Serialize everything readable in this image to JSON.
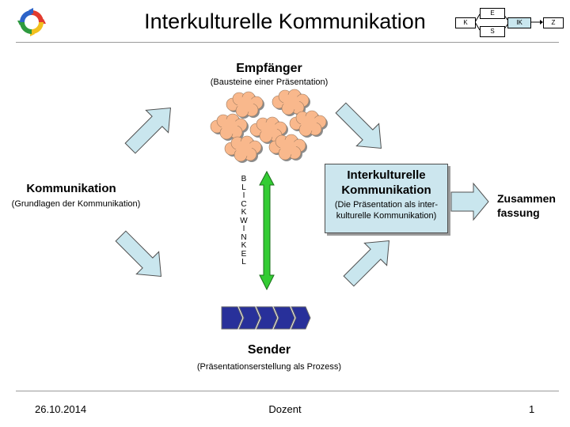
{
  "header": {
    "title": "Interkulturelle Kommunikation"
  },
  "nav": {
    "e": "E",
    "k": "K",
    "ik": "IK",
    "z": "Z",
    "s": "S"
  },
  "nodes": {
    "empfaenger": {
      "title": "Empfänger",
      "subtitle": "(Bausteine einer Präsentation)"
    },
    "kommunikation": {
      "title": "Kommunikation",
      "subtitle": "(Grundlagen der Kommunikation)"
    },
    "sender": {
      "title": "Sender",
      "subtitle": "(Präsentationserstellung als Prozess)"
    },
    "interkulturell": {
      "title_line1": "Interkulturelle",
      "title_line2": "Kommunikation",
      "subtitle_line1": "(Die Präsentation als inter-",
      "subtitle_line2": "kulturelle Kommunikation)"
    },
    "zusammenfassung": {
      "line1": "Zusammen",
      "line2": "fassung"
    }
  },
  "blickwinkel_letters": [
    "B",
    "L",
    "I",
    "C",
    "K",
    "W",
    "I",
    "N",
    "K",
    "E",
    "L"
  ],
  "footer": {
    "date": "26.10.2014",
    "author": "Dozent",
    "page": "1"
  },
  "colors": {
    "arrow_fill": "#c9e6ee",
    "cloud_fill": "#f9b88c",
    "chevron_fill": "#28309a",
    "double_arrow_fill": "#33cc33",
    "box_fill": "#cce6ee"
  },
  "icons": {
    "logo": "cycle-arrows-icon"
  }
}
